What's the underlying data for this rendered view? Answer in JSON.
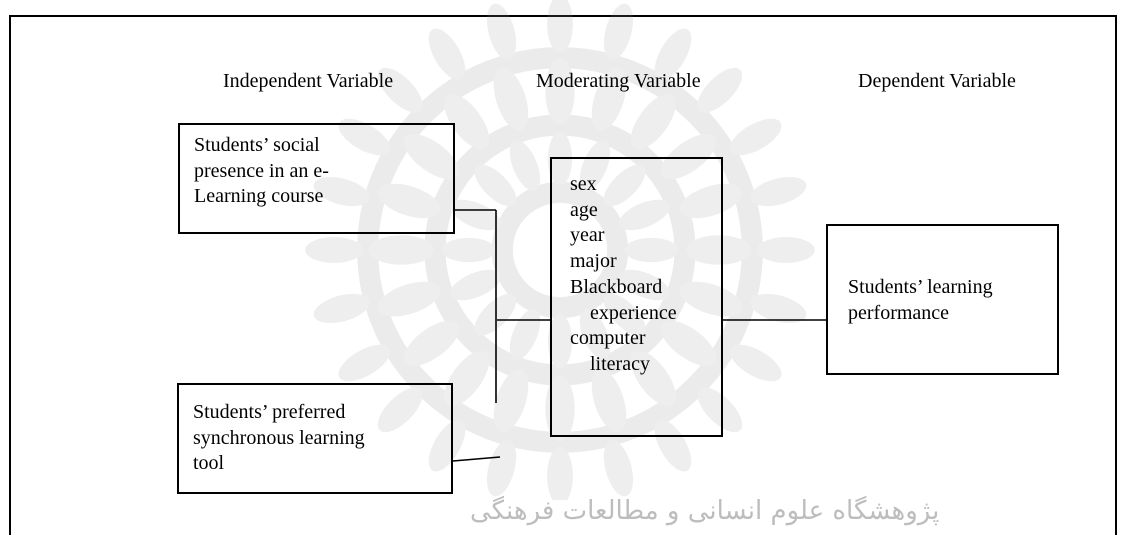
{
  "headers": {
    "independent": "Independent Variable",
    "moderating": "Moderating Variable",
    "dependent": "Dependent Variable"
  },
  "boxes": {
    "social_presence": [
      "Students’ social",
      "presence in an e-",
      "Learning course"
    ],
    "sync_tool": [
      "Students’ preferred",
      "synchronous learning",
      "tool"
    ],
    "moderators": [
      "sex",
      "age",
      "year",
      "major",
      "Blackboard",
      "    experience",
      "computer",
      "    literacy"
    ],
    "performance": [
      "Students’ learning",
      "performance"
    ]
  },
  "watermark": {
    "text": "پژوهشگاه علوم انسانی و مطالعات فرهنگی",
    "icon": "rosette-watermark-icon"
  }
}
